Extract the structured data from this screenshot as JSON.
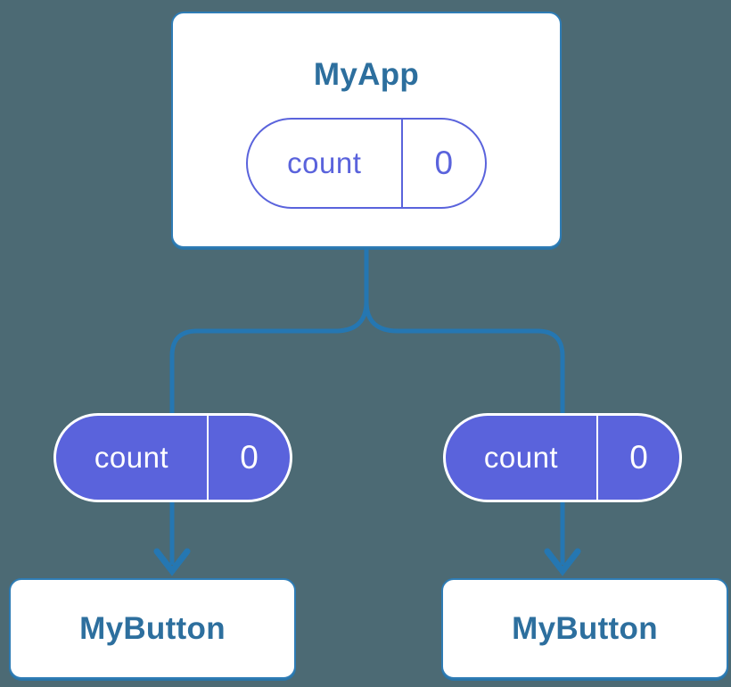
{
  "diagram": {
    "type": "component-state-tree",
    "root": {
      "title": "MyApp",
      "state": {
        "label": "count",
        "value": "0"
      }
    },
    "children": [
      {
        "title": "MyButton",
        "state": {
          "label": "count",
          "value": "0"
        }
      },
      {
        "title": "MyButton",
        "state": {
          "label": "count",
          "value": "0"
        }
      }
    ]
  },
  "colors": {
    "background": "#4C6A74",
    "connector": "#2577B2",
    "card_background": "#FFFFFF",
    "card_border": "#2E7CB5",
    "title_text": "#2D6F9E",
    "state_pill": "#5A63DC",
    "state_pill_text": "#FFFFFF"
  }
}
